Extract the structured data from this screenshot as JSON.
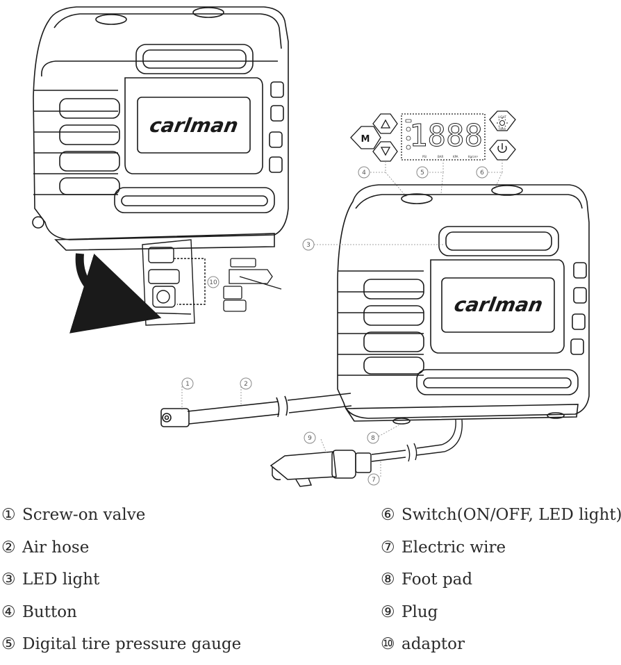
{
  "brand": "carlman",
  "display": {
    "digits": "1888",
    "button_mode": "M",
    "units": [
      "PSI",
      "BAR",
      "KPA",
      "Kg/cm²"
    ],
    "light_label": "LIGHT",
    "flash_label": "Flash"
  },
  "callouts": [
    "1",
    "2",
    "3",
    "4",
    "5",
    "6",
    "7",
    "8",
    "9",
    "10"
  ],
  "legend": {
    "left": [
      {
        "num": "①",
        "label": "Screw-on valve"
      },
      {
        "num": "②",
        "label": "Air hose"
      },
      {
        "num": "③",
        "label": "LED light"
      },
      {
        "num": "④",
        "label": "Button"
      },
      {
        "num": "⑤",
        "label": "Digital tire pressure gauge"
      }
    ],
    "right": [
      {
        "num": "⑥",
        "label": "Switch(ON/OFF, LED light)"
      },
      {
        "num": "⑦",
        "label": "Electric wire"
      },
      {
        "num": "⑧",
        "label": "Foot pad"
      },
      {
        "num": "⑨",
        "label": "Plug"
      },
      {
        "num": "⑩",
        "label": "adaptor"
      }
    ]
  }
}
